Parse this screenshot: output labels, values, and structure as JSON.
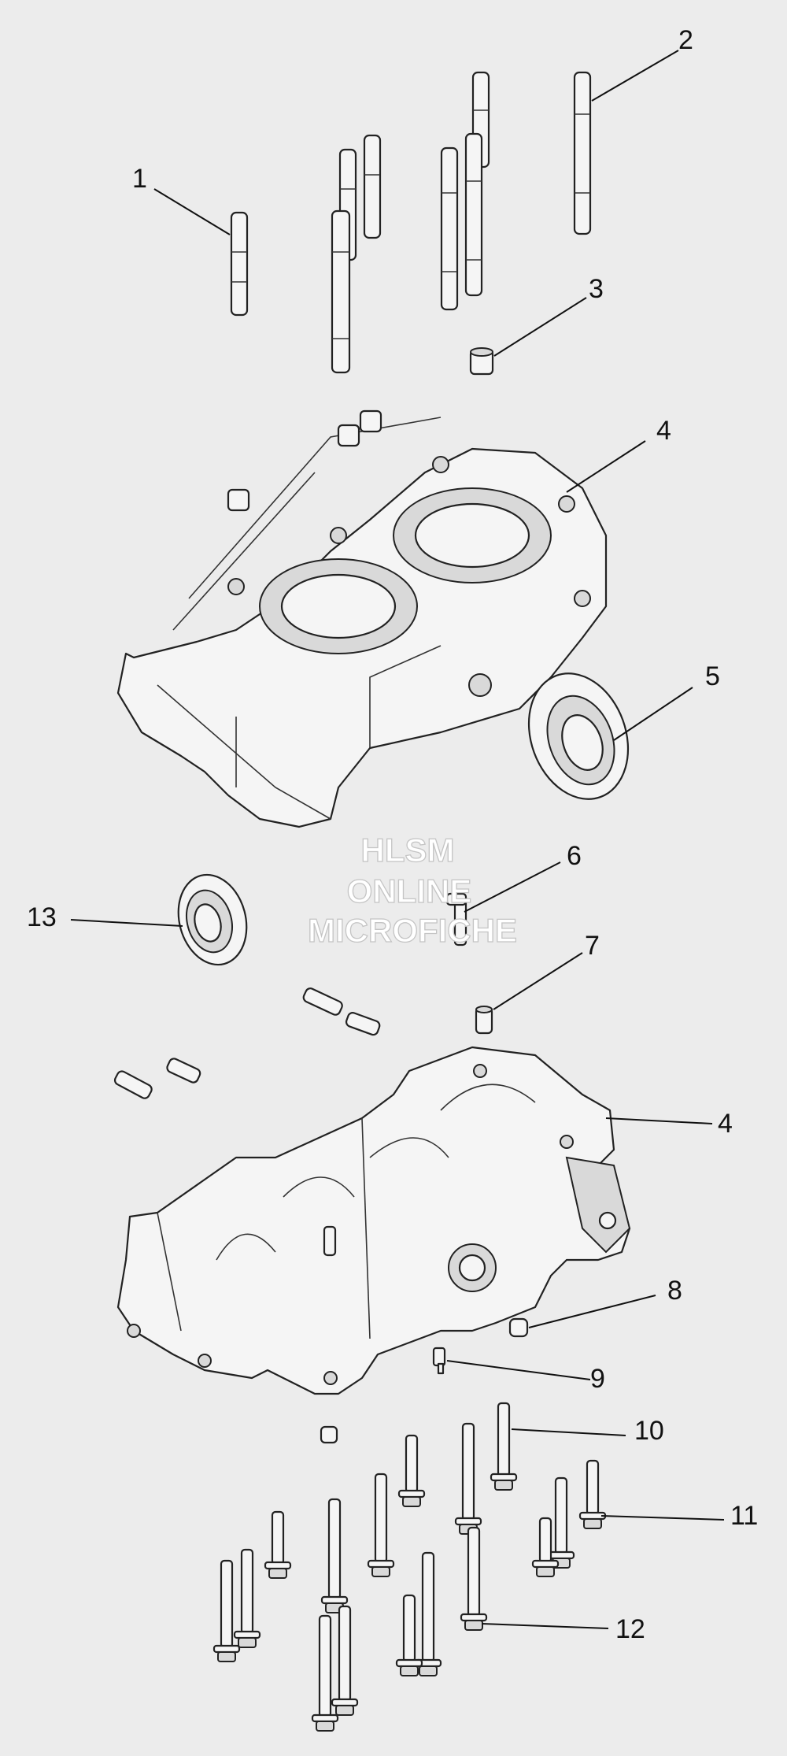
{
  "callouts": [
    {
      "id": "c1",
      "label": "1"
    },
    {
      "id": "c2",
      "label": "2"
    },
    {
      "id": "c3",
      "label": "3"
    },
    {
      "id": "c4a",
      "label": "4"
    },
    {
      "id": "c5",
      "label": "5"
    },
    {
      "id": "c6",
      "label": "6"
    },
    {
      "id": "c7",
      "label": "7"
    },
    {
      "id": "c4b",
      "label": "4"
    },
    {
      "id": "c8",
      "label": "8"
    },
    {
      "id": "c9",
      "label": "9"
    },
    {
      "id": "c10",
      "label": "10"
    },
    {
      "id": "c11",
      "label": "11"
    },
    {
      "id": "c12",
      "label": "12"
    },
    {
      "id": "c13",
      "label": "13"
    }
  ],
  "watermark": {
    "line1": "HLSM",
    "line2": "ONLINE",
    "line3": "MICROFICHE"
  }
}
